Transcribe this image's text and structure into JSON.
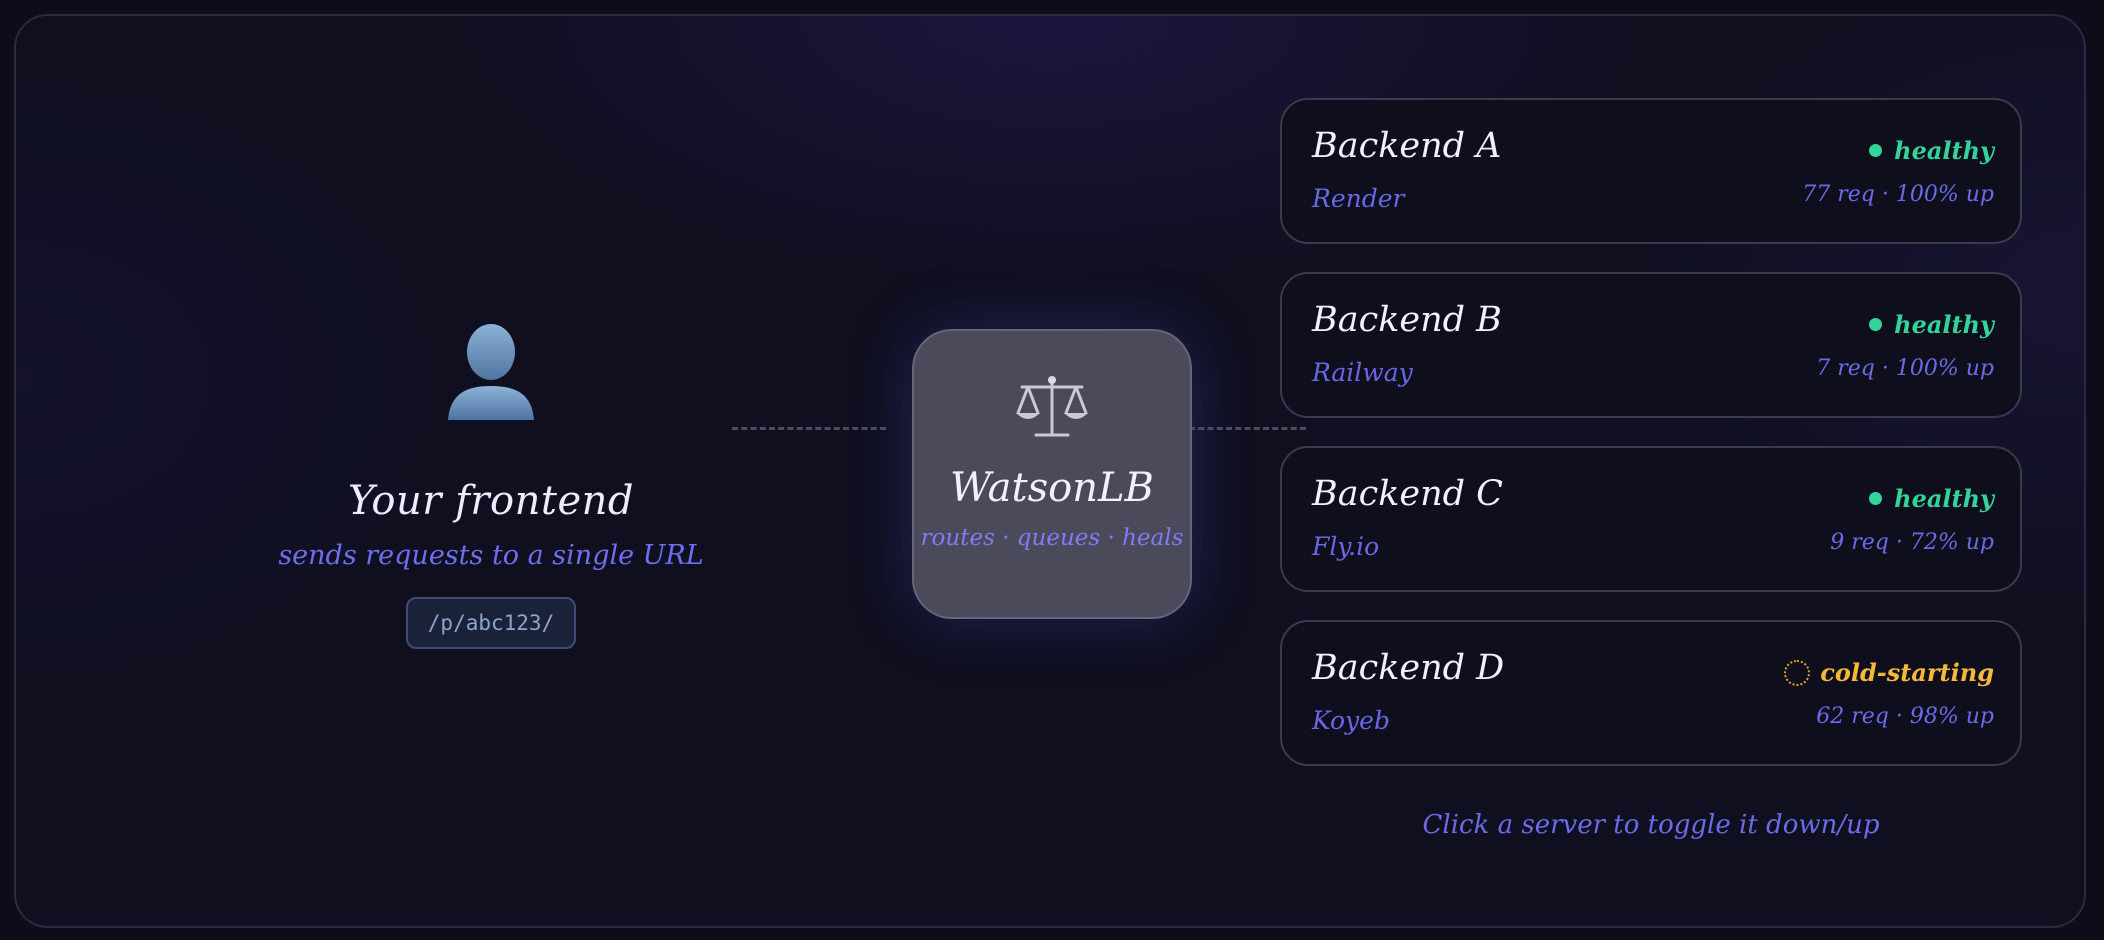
{
  "frontend": {
    "icon": "user-icon",
    "title": "Your frontend",
    "subtitle": "sends requests to a single URL",
    "url": "/p/abc123/"
  },
  "balancer": {
    "icon": "scales-icon",
    "title": "WatsonLB",
    "subtitle": "routes · queues · heals"
  },
  "colors": {
    "healthy": "#34d399",
    "cold_starting": "#f5b93a",
    "accent": "#6b6be8"
  },
  "backends": [
    {
      "name": "Backend A",
      "provider": "Render",
      "status": "healthy",
      "stats": "77 req · 100% up"
    },
    {
      "name": "Backend B",
      "provider": "Railway",
      "status": "healthy",
      "stats": "7 req · 100% up"
    },
    {
      "name": "Backend C",
      "provider": "Fly.io",
      "status": "healthy",
      "stats": "9 req · 72% up"
    },
    {
      "name": "Backend D",
      "provider": "Koyeb",
      "status": "cold-starting",
      "stats": "62 req · 98% up"
    }
  ],
  "hint": "Click a server to toggle it down/up"
}
